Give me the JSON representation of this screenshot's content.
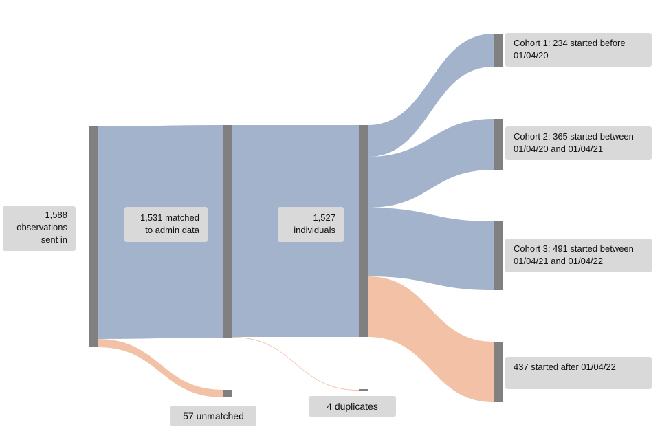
{
  "colors": {
    "node": "#808080",
    "flow_main": "#a2b3cb",
    "flow_loss": "#f2c1a6",
    "label_bg": "#d9d9d9"
  },
  "chart_data": {
    "type": "sankey",
    "nodes": [
      {
        "id": "sent",
        "label": "1,588 observations sent in",
        "value": 1588
      },
      {
        "id": "unmatched",
        "label": "57 unmatched",
        "value": 57
      },
      {
        "id": "matched",
        "label": "1,531 matched to admin data",
        "value": 1531
      },
      {
        "id": "duplicates",
        "label": "4 duplicates",
        "value": 4
      },
      {
        "id": "individuals",
        "label": "1,527 individuals",
        "value": 1527
      },
      {
        "id": "cohort1",
        "label": "Cohort 1: 234 started before 01/04/20",
        "value": 234
      },
      {
        "id": "cohort2",
        "label": "Cohort 2: 365 started between 01/04/20 and 01/04/21",
        "value": 365
      },
      {
        "id": "cohort3",
        "label": "Cohort 3: 491 started between 01/04/21 and 01/04/22",
        "value": 491
      },
      {
        "id": "after",
        "label": "437 started after 01/04/22",
        "value": 437
      }
    ],
    "links": [
      {
        "source": "sent",
        "target": "matched",
        "value": 1531,
        "kind": "main"
      },
      {
        "source": "sent",
        "target": "unmatched",
        "value": 57,
        "kind": "loss"
      },
      {
        "source": "matched",
        "target": "individuals",
        "value": 1527,
        "kind": "main"
      },
      {
        "source": "matched",
        "target": "duplicates",
        "value": 4,
        "kind": "loss"
      },
      {
        "source": "individuals",
        "target": "cohort1",
        "value": 234,
        "kind": "main"
      },
      {
        "source": "individuals",
        "target": "cohort2",
        "value": 365,
        "kind": "main"
      },
      {
        "source": "individuals",
        "target": "cohort3",
        "value": 491,
        "kind": "main"
      },
      {
        "source": "individuals",
        "target": "after",
        "value": 437,
        "kind": "loss"
      }
    ]
  },
  "labels": {
    "sent": [
      "1,588",
      "observations",
      "sent in"
    ],
    "matched": [
      "1,531 matched",
      "to admin data"
    ],
    "individuals": [
      "1,527",
      "individuals"
    ],
    "cohort1": [
      "Cohort 1: 234 started before",
      "01/04/20"
    ],
    "cohort2": [
      "Cohort 2: 365 started between",
      "01/04/20 and 01/04/21"
    ],
    "cohort3": [
      "Cohort 3: 491 started between",
      "01/04/21 and 01/04/22"
    ],
    "after": "437 started after 01/04/22",
    "unmatched": "57 unmatched",
    "duplicates": "4 duplicates"
  }
}
